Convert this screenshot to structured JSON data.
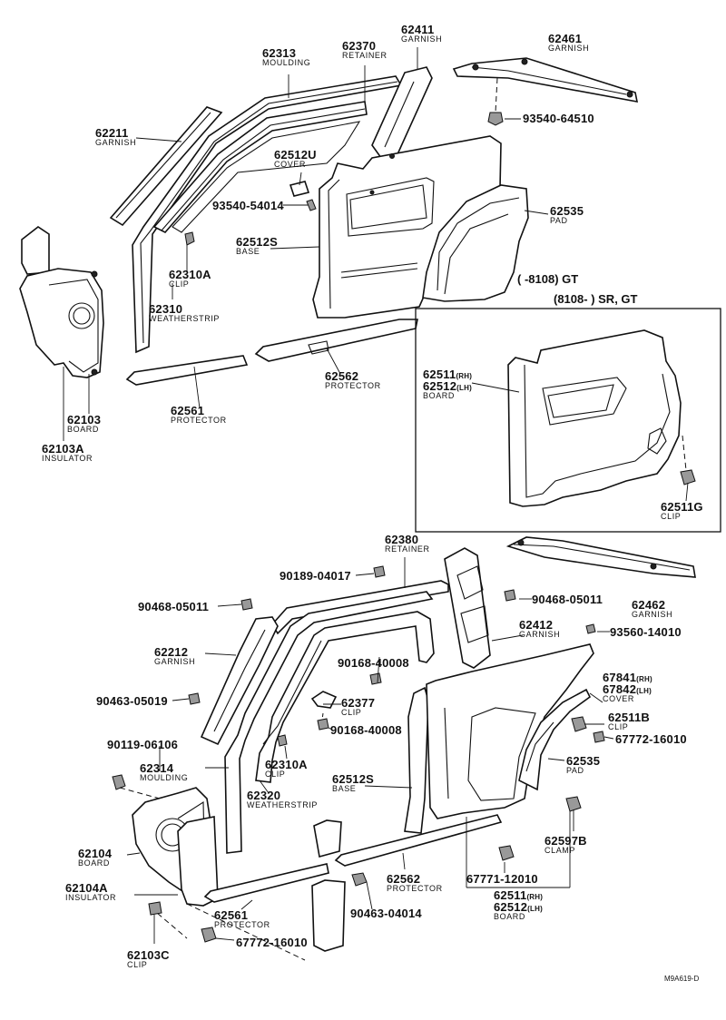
{
  "upper": {
    "p62211": {
      "num": "62211",
      "name": "GARNISH"
    },
    "p62313": {
      "num": "62313",
      "name": "MOULDING"
    },
    "p62370": {
      "num": "62370",
      "name": "RETAINER"
    },
    "p62411": {
      "num": "62411",
      "name": "GARNISH"
    },
    "p62461": {
      "num": "62461",
      "name": "GARNISH"
    },
    "p93540a": {
      "num": "93540-64510"
    },
    "p62512u": {
      "num": "62512U",
      "name": "COVER"
    },
    "p93540b": {
      "num": "93540-54014"
    },
    "p62535": {
      "num": "62535",
      "name": "PAD"
    },
    "p62512s": {
      "num": "62512S",
      "name": "BASE"
    },
    "p62310a": {
      "num": "62310A",
      "name": "CLIP"
    },
    "p62310": {
      "num": "62310",
      "name": "WEATHERSTRIP"
    },
    "p62562": {
      "num": "62562",
      "name": "PROTECTOR"
    },
    "p62561": {
      "num": "62561",
      "name": "PROTECTOR"
    },
    "p62103": {
      "num": "62103",
      "name": "BOARD"
    },
    "p62103a": {
      "num": "62103A",
      "name": "INSULATOR"
    },
    "note_gt": "(      -8108) GT"
  },
  "inset": {
    "heading": "(8108-          ) SR, GT",
    "board_rh": "62511",
    "board_rh_side": "(RH)",
    "board_lh": "62512",
    "board_lh_side": "(LH)",
    "board_name": "BOARD",
    "clip_num": "62511G",
    "clip_name": "CLIP"
  },
  "lower": {
    "p62380": {
      "num": "62380",
      "name": "RETAINER"
    },
    "p90189": {
      "num": "90189-04017"
    },
    "p90468a": {
      "num": "90468-05011"
    },
    "p90468b": {
      "num": "90468-05011"
    },
    "p62462": {
      "num": "62462",
      "name": "GARNISH"
    },
    "p62412": {
      "num": "62412",
      "name": "GARNISH"
    },
    "p93560": {
      "num": "93560-14010"
    },
    "p62212": {
      "num": "62212",
      "name": "GARNISH"
    },
    "p90168a": {
      "num": "90168-40008"
    },
    "p67841": {
      "num": "67841",
      "side": "(RH)"
    },
    "p67842": {
      "num": "67842",
      "side": "(LH)",
      "name": "COVER"
    },
    "p90463a": {
      "num": "90463-05019"
    },
    "p62377": {
      "num": "62377",
      "name": "CLIP"
    },
    "p62511b": {
      "num": "62511B",
      "name": "CLIP"
    },
    "p90168b": {
      "num": "90168-40008"
    },
    "p67772a": {
      "num": "67772-16010"
    },
    "p90119": {
      "num": "90119-06106"
    },
    "p62535": {
      "num": "62535",
      "name": "PAD"
    },
    "p62314": {
      "num": "62314",
      "name": "MOULDING"
    },
    "p62310a": {
      "num": "62310A",
      "name": "CLIP"
    },
    "p62512s": {
      "num": "62512S",
      "name": "BASE"
    },
    "p62320": {
      "num": "62320",
      "name": "WEATHERSTRIP"
    },
    "p62104": {
      "num": "62104",
      "name": "BOARD"
    },
    "p62597b": {
      "num": "62597B",
      "name": "CLAMP"
    },
    "p62562": {
      "num": "62562",
      "name": "PROTECTOR"
    },
    "p67771": {
      "num": "67771-12010"
    },
    "p62104a": {
      "num": "62104A",
      "name": "INSULATOR"
    },
    "p90463b": {
      "num": "90463-04014"
    },
    "p62511": {
      "num": "62511",
      "side": "(RH)"
    },
    "p62512": {
      "num": "62512",
      "side": "(LH)",
      "name": "BOARD"
    },
    "p62561": {
      "num": "62561",
      "name": "PROTECTOR"
    },
    "p62103c": {
      "num": "62103C",
      "name": "CLIP"
    },
    "p67772b": {
      "num": "67772-16010"
    }
  },
  "drawing_code": "M9A619-D"
}
